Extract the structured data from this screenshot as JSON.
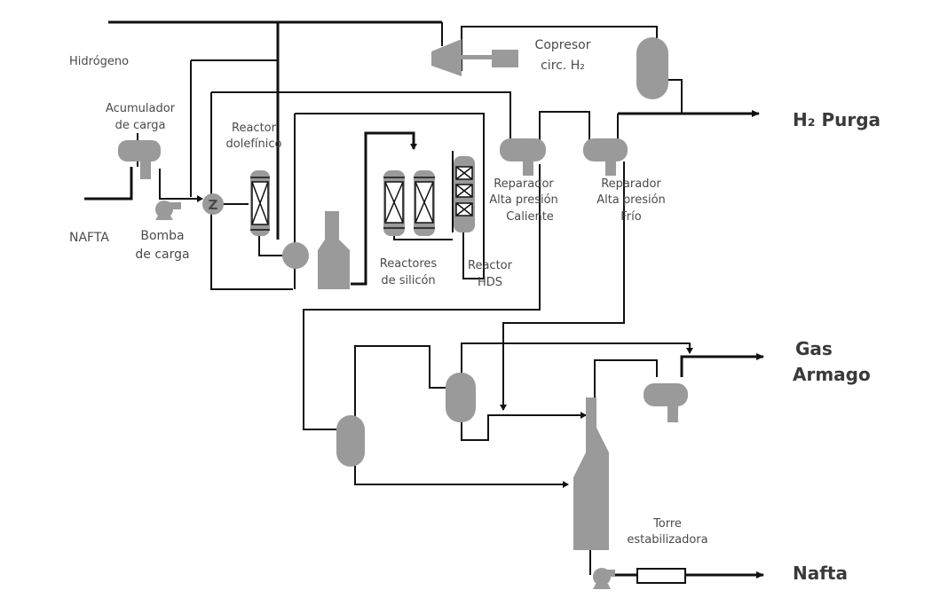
{
  "labels": {
    "hidrogeno": "Hidrógeno",
    "nafta_in": "NAFTA",
    "acumulador_1": "Acumulador",
    "acumulador_2": "de carga",
    "bomba_1": "Bomba",
    "bomba_2": "de carga",
    "reactor_dol_1": "Reactor",
    "reactor_dol_2": "dolefínico",
    "reactores_sil_1": "Reactores",
    "reactores_sil_2": "de silicón",
    "reactor_hds_1": "Reactor",
    "reactor_hds_2": "HDS",
    "compresor_1": "Copresor",
    "compresor_2": "circ. H₂",
    "rep_caliente_1": "Reparador",
    "rep_caliente_2": "Alta presión",
    "rep_caliente_3": "Caliente",
    "rep_frio_1": "Reparador",
    "rep_frio_2": "Alta presión",
    "rep_frio_3": "Frío",
    "torre_1": "Torre",
    "torre_2": "estabilizadora",
    "out_h2": "H₂ Purga",
    "out_gas_1": "Gas",
    "out_gas_2": "Armago",
    "out_nafta": "Nafta",
    "heater_symbol": "Z"
  },
  "colors": {
    "pipe": "#111111",
    "equipment": "#9a9a9a",
    "text": "#4a4a4a"
  }
}
